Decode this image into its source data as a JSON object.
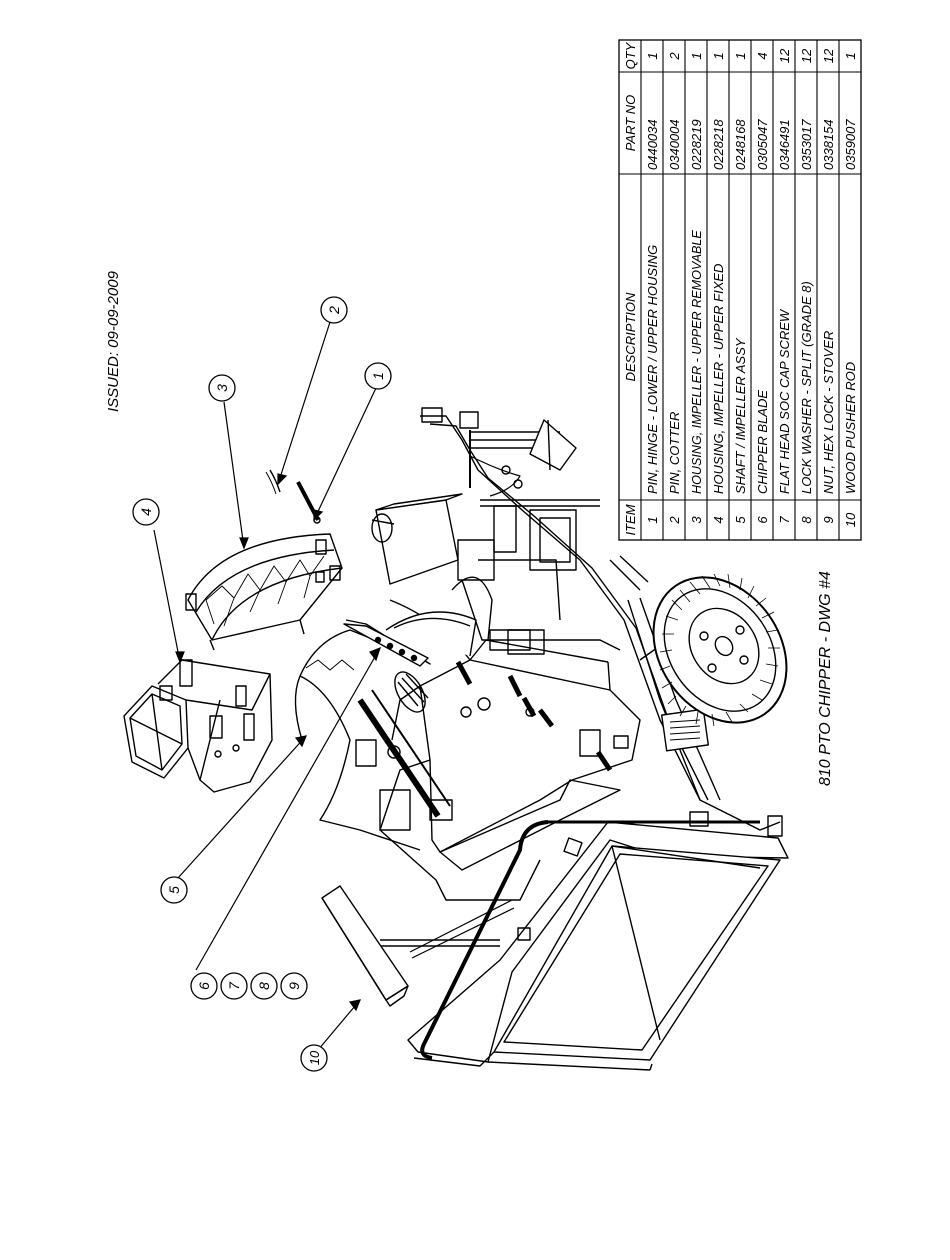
{
  "issued": "ISSUED: 09-09-2009",
  "drawing_title": "810 PTO CHIPPER - DWG #4",
  "balloons": [
    "1",
    "2",
    "3",
    "4",
    "5",
    "6",
    "7",
    "8",
    "9",
    "10"
  ],
  "parts_table": {
    "headers": {
      "item": "ITEM",
      "description": "DESCRIPTION",
      "part_no": "PART NO",
      "qty": "QTY"
    },
    "rows": [
      {
        "item": "1",
        "description": "PIN, HINGE - LOWER / UPPER HOUSING",
        "part_no": "0440034",
        "qty": "1"
      },
      {
        "item": "2",
        "description": "PIN, COTTER",
        "part_no": "0340004",
        "qty": "2"
      },
      {
        "item": "3",
        "description": "HOUSING, IMPELLER - UPPER REMOVABLE",
        "part_no": "0228219",
        "qty": "1"
      },
      {
        "item": "4",
        "description": "HOUSING, IMPELLER - UPPER FIXED",
        "part_no": "0228218",
        "qty": "1"
      },
      {
        "item": "5",
        "description": "SHAFT / IMPELLER  ASSY",
        "part_no": "0248168",
        "qty": "1"
      },
      {
        "item": "6",
        "description": "CHIPPER BLADE",
        "part_no": "0305047",
        "qty": "4"
      },
      {
        "item": "7",
        "description": "FLAT HEAD SOC CAP SCREW",
        "part_no": "0346491",
        "qty": "12"
      },
      {
        "item": "8",
        "description": "LOCK WASHER - SPLIT (GRADE 8)",
        "part_no": "0353017",
        "qty": "12"
      },
      {
        "item": "9",
        "description": "NUT, HEX LOCK - STOVER",
        "part_no": "0338154",
        "qty": "12"
      },
      {
        "item": "10",
        "description": "WOOD PUSHER ROD",
        "part_no": "0359007",
        "qty": "1"
      }
    ]
  }
}
